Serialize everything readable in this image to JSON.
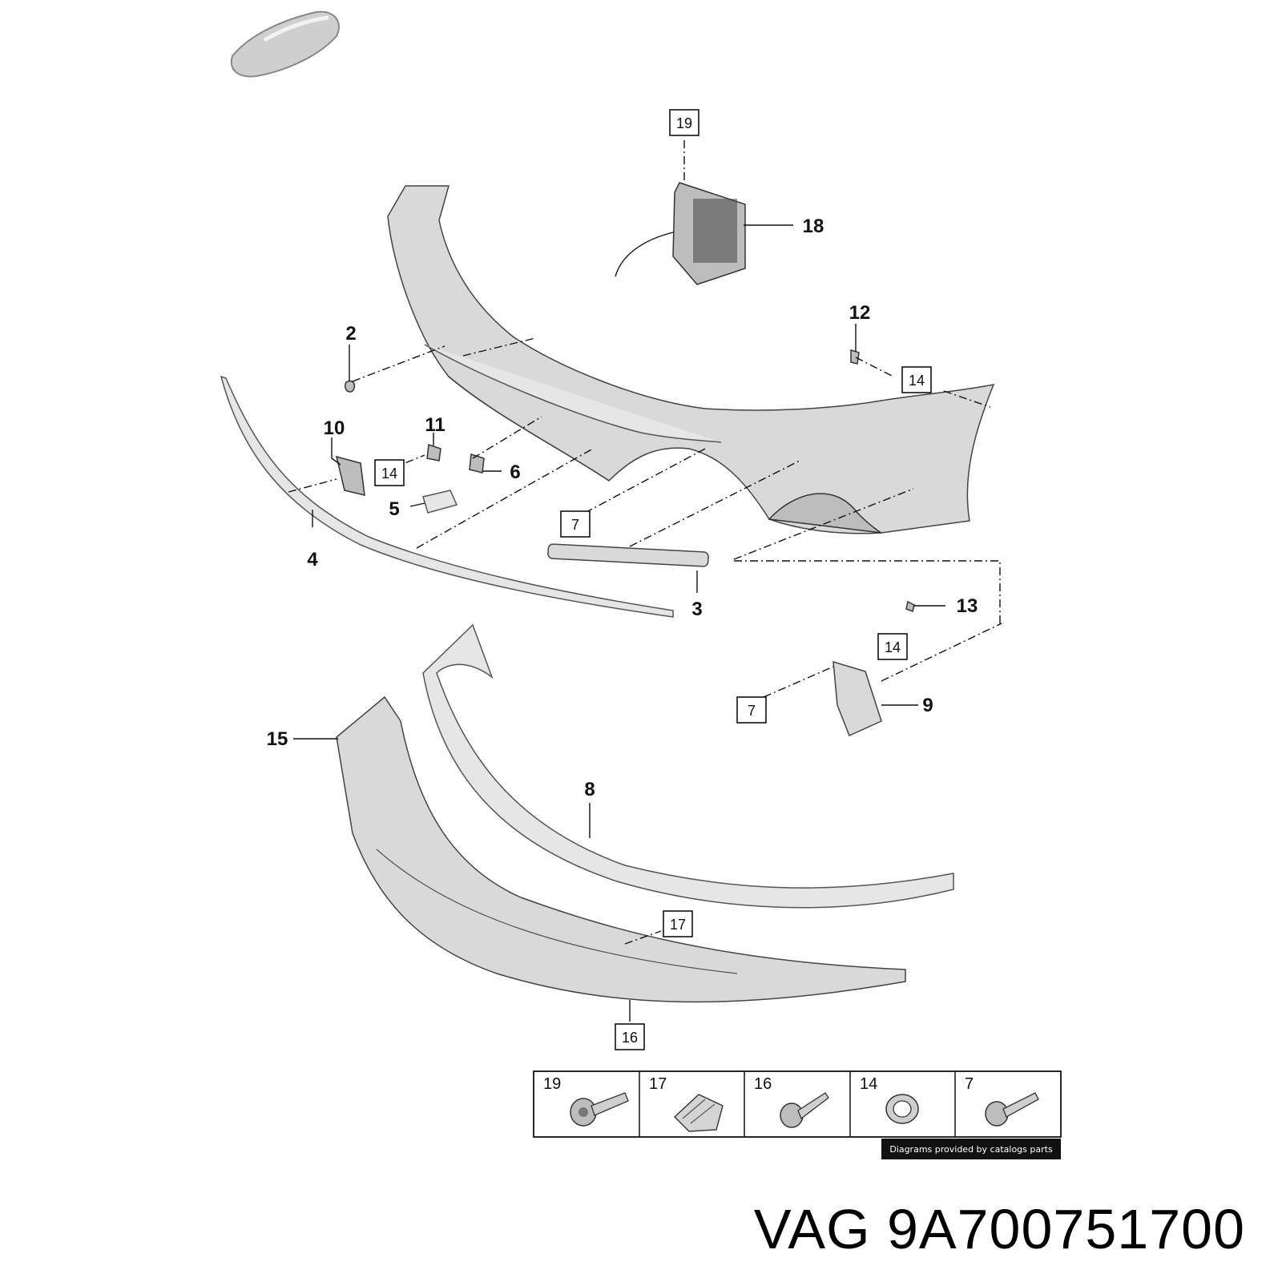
{
  "callouts": {
    "c2": "2",
    "c3": "3",
    "c4": "4",
    "c5": "5",
    "c6": "6",
    "c8": "8",
    "c9": "9",
    "c10": "10",
    "c11": "11",
    "c12": "12",
    "c13": "13",
    "c15": "15",
    "c18": "18"
  },
  "boxed_refs": {
    "b19": "19",
    "b14a": "14",
    "b14b": "14",
    "b14c": "14",
    "b7a": "7",
    "b7b": "7",
    "b17": "17",
    "b16": "16"
  },
  "legend": {
    "items": [
      {
        "num": "19",
        "icon": "screw-bolt-icon"
      },
      {
        "num": "17",
        "icon": "clip-nut-icon"
      },
      {
        "num": "16",
        "icon": "self-tapping-screw-icon"
      },
      {
        "num": "14",
        "icon": "grommet-ring-icon"
      },
      {
        "num": "7",
        "icon": "flange-bolt-icon"
      }
    ],
    "credit": "Diagrams provided by catalogs parts"
  },
  "part_number": "VAG 9A700751700"
}
